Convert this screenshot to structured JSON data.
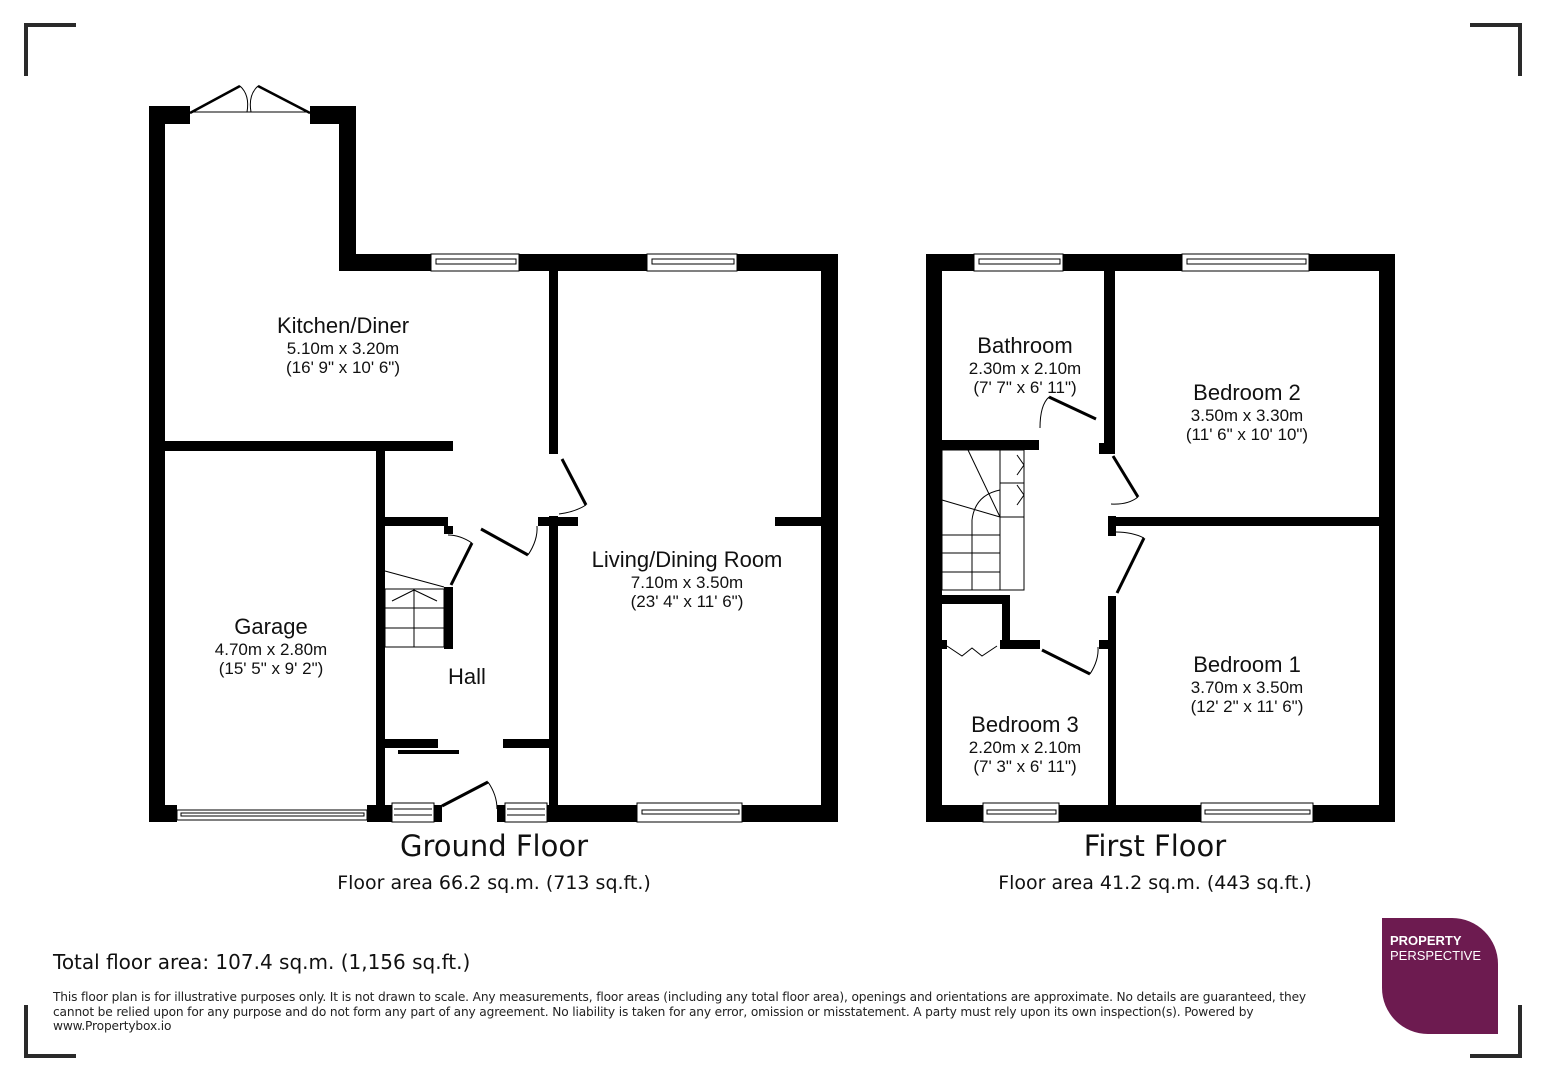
{
  "floors": {
    "ground": {
      "title": "Ground Floor",
      "area": "Floor area 66.2 sq.m. (713 sq.ft.)",
      "rooms": [
        {
          "name": "Kitchen/Diner",
          "metric": "5.10m x 3.20m",
          "imperial": "(16' 9\" x 10' 6\")"
        },
        {
          "name": "Living/Dining Room",
          "metric": "7.10m x 3.50m",
          "imperial": "(23' 4\" x 11' 6\")"
        },
        {
          "name": "Garage",
          "metric": "4.70m x 2.80m",
          "imperial": "(15' 5\" x 9' 2\")"
        },
        {
          "name": "Hall",
          "metric": "",
          "imperial": ""
        }
      ]
    },
    "first": {
      "title": "First Floor",
      "area": "Floor area 41.2 sq.m. (443 sq.ft.)",
      "rooms": [
        {
          "name": "Bathroom",
          "metric": "2.30m x 2.10m",
          "imperial": "(7' 7\" x 6' 11\")"
        },
        {
          "name": "Bedroom 2",
          "metric": "3.50m x 3.30m",
          "imperial": "(11' 6\" x 10' 10\")"
        },
        {
          "name": "Bedroom 1",
          "metric": "3.70m x 3.50m",
          "imperial": "(12' 2\" x 11' 6\")"
        },
        {
          "name": "Bedroom 3",
          "metric": "2.20m x 2.10m",
          "imperial": "(7' 3\" x 6' 11\")"
        }
      ]
    }
  },
  "total_area": "Total floor area: 107.4 sq.m. (1,156 sq.ft.)",
  "disclaimer": "This floor plan is for illustrative purposes only. It is not drawn to scale. Any measurements, floor areas (including any total floor area), openings and orientations are approximate. No details are guaranteed, they cannot be relied upon for any purpose and do not form any part of any agreement. No liability is taken for any error, omission or misstatement. A party must rely upon its own inspection(s). Powered by www.Propertybox.io",
  "logo": {
    "line1": "PROPERTY",
    "line2": "PERSPECTIVE",
    "color": "#6d1b50"
  },
  "colors": {
    "wall": "#000000",
    "frame": "#2a2a2a"
  }
}
